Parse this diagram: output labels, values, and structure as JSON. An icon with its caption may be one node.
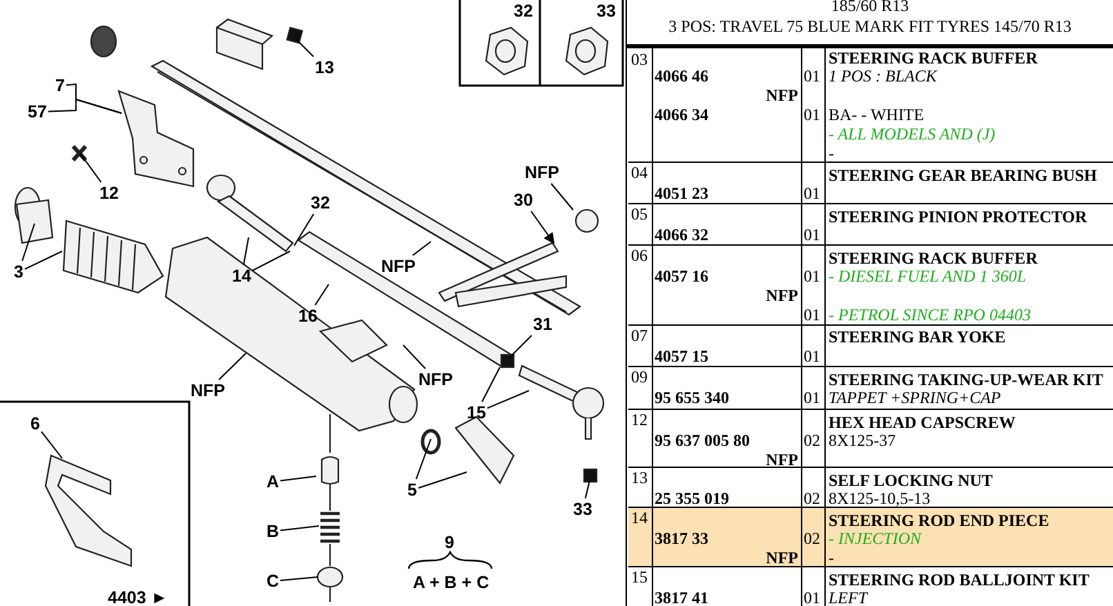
{
  "diagram": {
    "nodes": [
      {
        "text": [
          "13"
        ]
      },
      {
        "text": [
          "7"
        ]
      },
      {
        "text": [
          "57"
        ]
      },
      {
        "text": [
          "12"
        ]
      },
      {
        "text": [
          "3"
        ]
      },
      {
        "text": [
          "32"
        ]
      },
      {
        "text": [
          "14"
        ]
      },
      {
        "text": [
          "16"
        ]
      },
      {
        "text": [
          "NFP"
        ]
      },
      {
        "text": [
          "NFP"
        ]
      },
      {
        "text": [
          "30"
        ]
      },
      {
        "text": [
          "31"
        ]
      },
      {
        "text": [
          "15"
        ]
      },
      {
        "text": [
          "NFP"
        ]
      },
      {
        "text": [
          "NFP"
        ]
      },
      {
        "text": [
          "5"
        ]
      },
      {
        "text": [
          "33"
        ]
      },
      {
        "text": [
          "A"
        ]
      },
      {
        "text": [
          "B"
        ]
      },
      {
        "text": [
          "C"
        ]
      },
      {
        "text": [
          "6"
        ]
      }
    ],
    "edges": [
      {
        "from": 0,
        "to": null,
        "arrow": "none"
      },
      {
        "from": 1,
        "to": null,
        "arrow": "none"
      },
      {
        "from": 2,
        "to": null,
        "arrow": "none"
      },
      {
        "from": 3,
        "to": null,
        "arrow": "none"
      },
      {
        "from": 4,
        "to": null,
        "arrow": "none"
      },
      {
        "from": 4,
        "to": null,
        "arrow": "none"
      },
      {
        "from": 5,
        "to": null,
        "arrow": "none"
      },
      {
        "from": 6,
        "to": null,
        "arrow": "none"
      },
      {
        "from": 6,
        "to": null,
        "arrow": "none"
      },
      {
        "from": 7,
        "to": null,
        "arrow": "none"
      },
      {
        "from": 8,
        "to": null,
        "arrow": "none"
      },
      {
        "from": 9,
        "to": null,
        "arrow": "none"
      },
      {
        "from": 10,
        "to": null,
        "arrow": "to"
      },
      {
        "from": 11,
        "to": null,
        "arrow": "none"
      },
      {
        "from": 12,
        "to": null,
        "arrow": "none"
      },
      {
        "from": 12,
        "to": null,
        "arrow": "none"
      },
      {
        "from": 13,
        "to": null,
        "arrow": "none"
      },
      {
        "from": 14,
        "to": null,
        "arrow": "none"
      },
      {
        "from": 15,
        "to": null,
        "arrow": "none"
      },
      {
        "from": 15,
        "to": null,
        "arrow": "none"
      },
      {
        "from": 16,
        "to": null,
        "arrow": "none"
      },
      {
        "from": 17,
        "to": null,
        "arrow": "none"
      },
      {
        "from": 18,
        "to": null,
        "arrow": "none"
      },
      {
        "from": 19,
        "to": null,
        "arrow": "none"
      },
      {
        "from": 20,
        "to": null,
        "arrow": "none"
      }
    ],
    "labels": [
      "32",
      "33",
      "9",
      "A + B + C",
      "4403 ►",
      "185/60 R13",
      "3 POS: TRAVEL 75 BLUE MARK FIT TYRES 145/70 R13",
      "03",
      "STEERING RACK BUFFER",
      "4066 46",
      "01",
      "1 POS : BLACK",
      "NFP",
      "4066 34",
      "01",
      "BA- - WHITE",
      "- ALL MODELS AND (J)",
      "-",
      "04",
      "STEERING GEAR BEARING BUSH",
      "4051 23",
      "01",
      "05",
      "STEERING PINION PROTECTOR",
      "4066 32",
      "01",
      "06",
      "STEERING RACK BUFFER",
      "4057 16",
      "01",
      "- DIESEL FUEL AND 1 360L",
      "NFP",
      "01",
      "- PETROL SINCE RPO 04403",
      "07",
      "STEERING BAR YOKE",
      "4057 15",
      "01",
      "09",
      "STEERING TAKING-UP-WEAR KIT",
      "95 655 340",
      "01",
      "TAPPET +SPRING+CAP",
      "12",
      "HEX HEAD CAPSCREW",
      "95 637 005 80",
      "02",
      "8X125-37",
      "NFP",
      "13",
      "SELF LOCKING NUT",
      "25 355 019",
      "02",
      "8X125-10,5-13",
      "14",
      "STEERING ROD END PIECE",
      "3817 33",
      "02",
      "- INJECTION",
      "NFP",
      "-",
      "15",
      "STEERING ROD BALLJOINT KIT",
      "3817 41",
      "01",
      "LEFT"
    ]
  }
}
